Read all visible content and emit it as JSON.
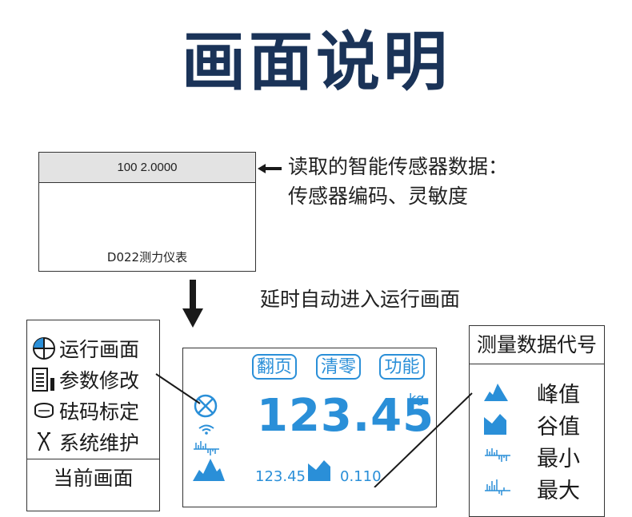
{
  "title": "画面说明",
  "boot_screen": {
    "header_text": "100 2.0000",
    "model_text": "D022测力仪表"
  },
  "annotations": {
    "sensor_line1": "读取的智能传感器数据：",
    "sensor_line2": "传感器编码、灵敏度",
    "delay_text": "延时自动进入运行画面"
  },
  "menu": {
    "items": [
      {
        "label": "运行画面",
        "icon": "target-icon"
      },
      {
        "label": "参数修改",
        "icon": "document-icon"
      },
      {
        "label": "砝码标定",
        "icon": "weight-icon"
      },
      {
        "label": "系统维护",
        "icon": "tools-icon"
      }
    ],
    "current_label": "当前画面"
  },
  "run_screen": {
    "buttons": {
      "page": "翻页",
      "zero": "清零",
      "func": "功能"
    },
    "main_value": "123.45",
    "unit": "kg",
    "peak_value": "123.45",
    "valley_value": "0.110",
    "accent_color": "#2a8fd8"
  },
  "code_panel": {
    "title": "测量数据代号",
    "rows": [
      {
        "label": "峰值",
        "icon": "peak-icon"
      },
      {
        "label": "谷值",
        "icon": "valley-icon"
      },
      {
        "label": "最小",
        "icon": "min-waveform-icon"
      },
      {
        "label": "最大",
        "icon": "max-waveform-icon"
      }
    ]
  },
  "colors": {
    "title": "#1a3358",
    "accent": "#2a8fd8"
  }
}
